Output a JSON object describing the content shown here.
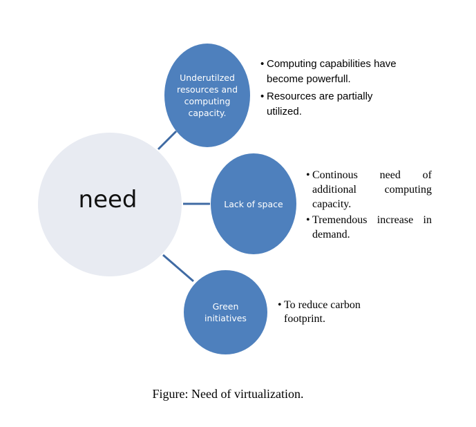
{
  "center": {
    "label": "need"
  },
  "nodes": [
    {
      "label": "Underutilzed resources and computing capacity.",
      "bullets": [
        "Computing capabilities have become powerfull.",
        "Resources are partially utilized."
      ]
    },
    {
      "label": "Lack of space",
      "bullets": [
        "Continous need of additional computing capacity.",
        "Tremendous increase in demand."
      ]
    },
    {
      "label": "Green initiatives",
      "bullets": [
        "To reduce carbon footprint."
      ]
    }
  ],
  "bullet_glyph": "•",
  "caption": "Figure: Need of virtualization.",
  "colors": {
    "node_fill": "#4e80bd",
    "center_fill": "#e8ebf2",
    "connector": "#3f6aa3"
  }
}
